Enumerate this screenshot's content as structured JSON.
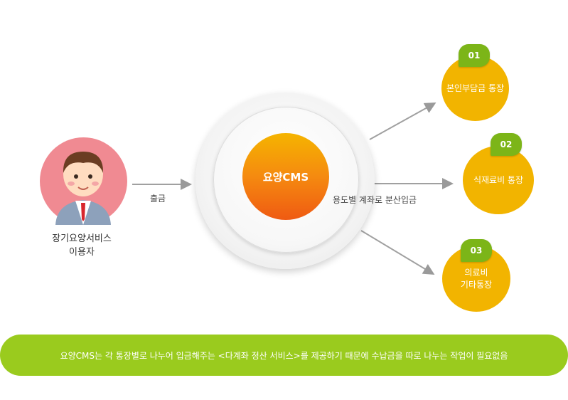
{
  "user": {
    "line1": "장기요양서비스",
    "line2": "이용자"
  },
  "flow": {
    "withdraw": "출금",
    "distribute": "용도별 계좌로 분산입금"
  },
  "core": {
    "label": "요양CMS"
  },
  "destinations": [
    {
      "number": "01",
      "label1": "본인부담금 통장",
      "label2": ""
    },
    {
      "number": "02",
      "label1": "식재료비 통장",
      "label2": ""
    },
    {
      "number": "03",
      "label1": "의료비",
      "label2": "기타통장"
    }
  ],
  "banner": {
    "text": "요양CMS는 각 통장별로 나누어 입금해주는 <다계좌 정산 서비스>를 제공하기 때문에 수납금을 따로 나누는 작업이 필요없음"
  },
  "colors": {
    "accent_green": "#9acb1e",
    "badge_green": "#7cb518",
    "destination_yellow": "#f2b400",
    "core_orange": "#f58a10",
    "user_pink": "#f08a92"
  }
}
